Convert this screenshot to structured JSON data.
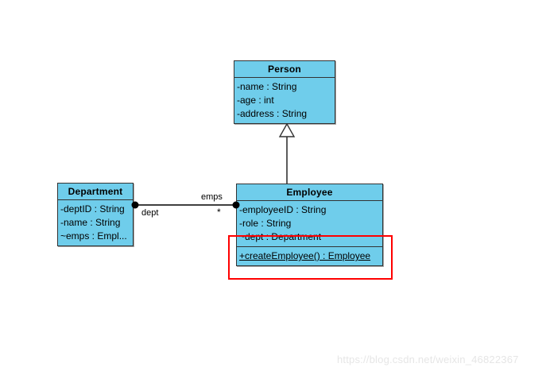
{
  "diagram": {
    "type": "uml-class-diagram",
    "background_color": "#ffffff",
    "class_fill_color": "#6FCDEB",
    "class_border_color": "#333333",
    "highlight_color": "#FF0000",
    "classes": [
      {
        "id": "person",
        "name": "Person",
        "attributes": [
          "-name : String",
          "-age : int",
          "-address : String"
        ],
        "operations": []
      },
      {
        "id": "employee",
        "name": "Employee",
        "attributes": [
          "-employeeID : String",
          "-role : String",
          "~dept : Department"
        ],
        "operations": [
          "+createEmployee() : Employee"
        ]
      },
      {
        "id": "department",
        "name": "Department",
        "attributes": [
          "-deptID : String",
          "-name : String",
          "~emps : Empl..."
        ],
        "operations": []
      }
    ],
    "relationships": [
      {
        "id": "generalization",
        "kind": "generalization",
        "from": "Employee",
        "to": "Person",
        "arrow": "hollow-triangle"
      },
      {
        "id": "association",
        "kind": "association",
        "from": "Department",
        "to": "Employee",
        "source_role": "dept",
        "target_role": "emps",
        "target_multiplicity": "*",
        "source_end": "filled-dot",
        "target_end": "filled-dot"
      }
    ],
    "annotations": [
      {
        "id": "highlight-rect",
        "shape": "rectangle",
        "color": "#FF0000",
        "encloses": "+createEmployee() : Employee"
      }
    ]
  },
  "watermark": {
    "text": "https://blog.csdn.net/weixin_46822367"
  }
}
